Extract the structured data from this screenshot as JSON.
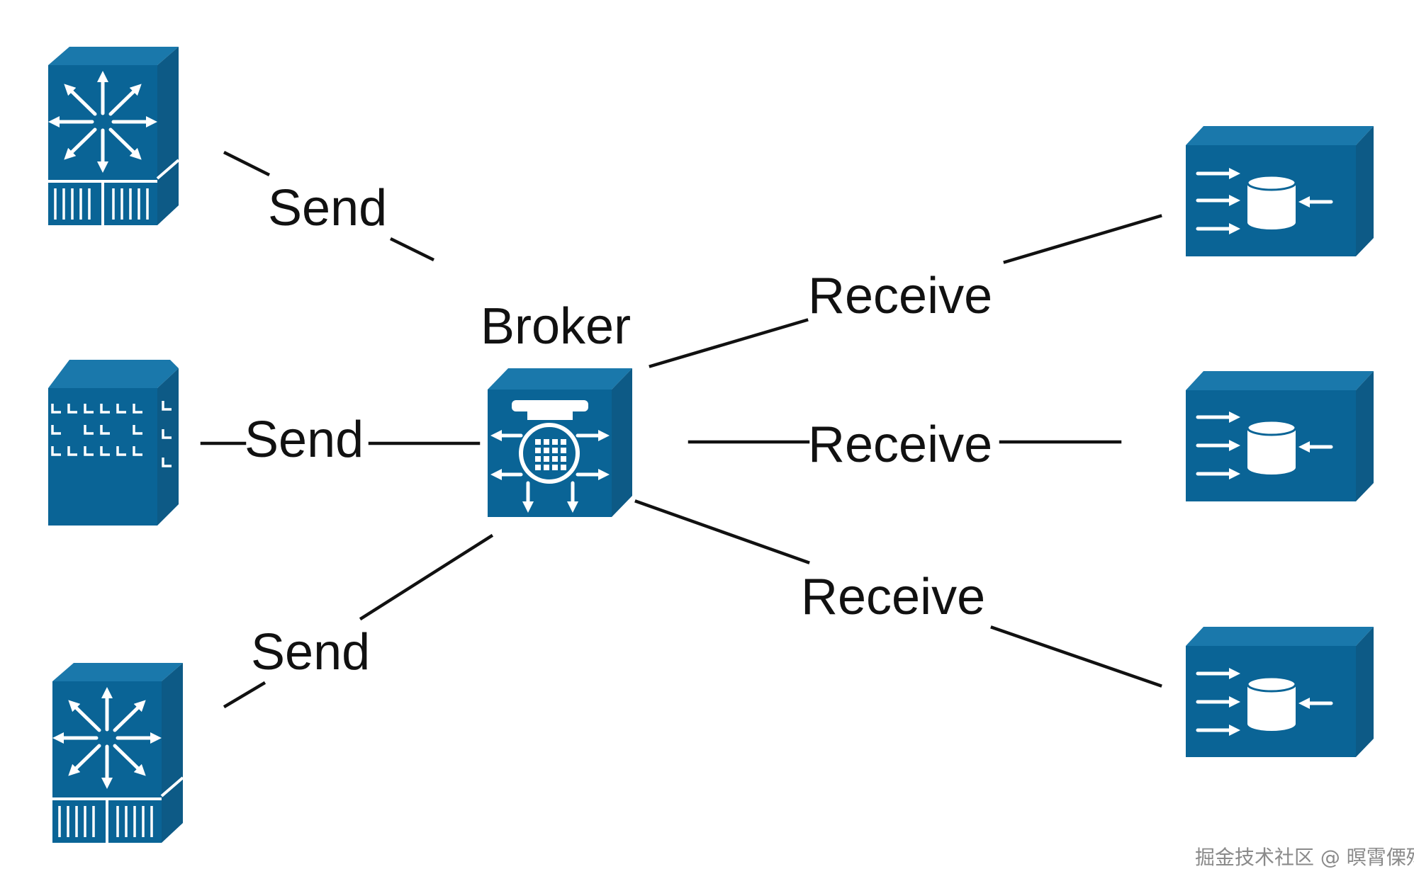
{
  "colors": {
    "device": "#0a6496",
    "device_side": "#0d5a86",
    "device_top": "#1a78ab",
    "line": "#111111"
  },
  "broker": {
    "label": "Broker",
    "icon": "call-manager-icon"
  },
  "producers": [
    {
      "icon": "multilayer-switch-icon",
      "edge_label": "Send"
    },
    {
      "icon": "content-switch-icon",
      "edge_label": "Send"
    },
    {
      "icon": "multilayer-switch-icon",
      "edge_label": "Send"
    }
  ],
  "consumers": [
    {
      "icon": "storage-router-icon",
      "edge_label": "Receive"
    },
    {
      "icon": "storage-router-icon",
      "edge_label": "Receive"
    },
    {
      "icon": "storage-router-icon",
      "edge_label": "Receive"
    }
  ],
  "watermark": "掘金技术社区 @ 暝霄傈殇"
}
